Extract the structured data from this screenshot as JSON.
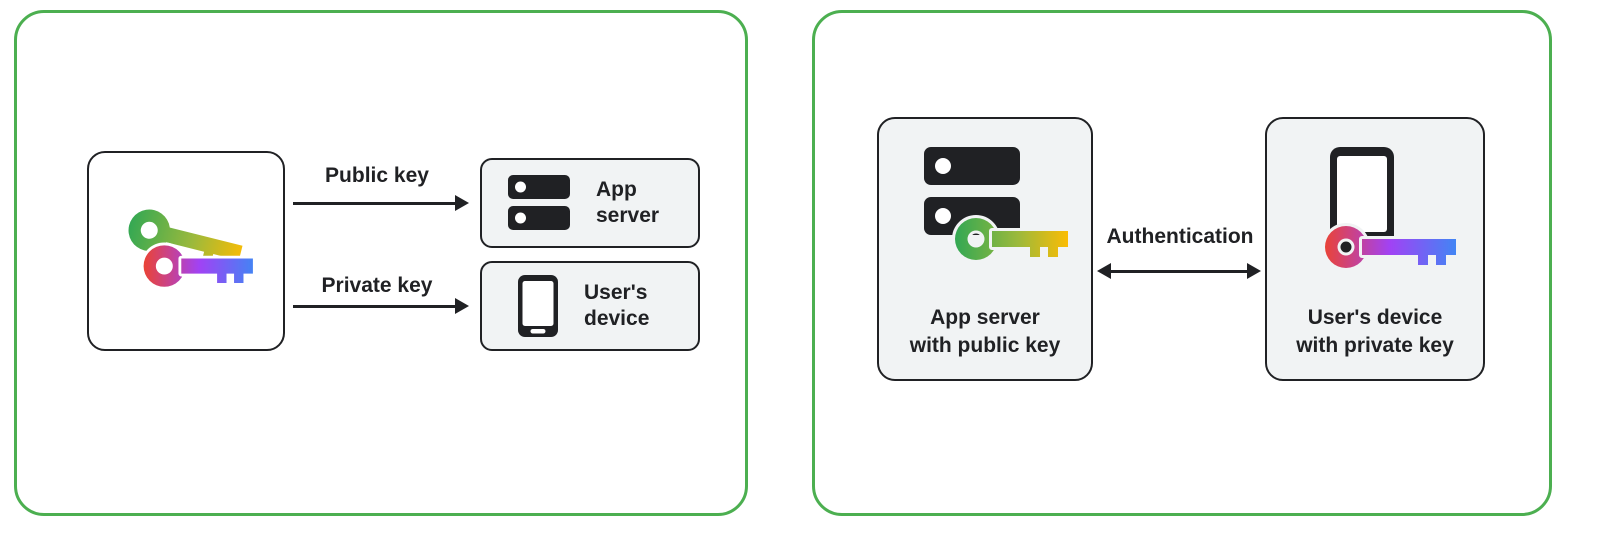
{
  "colors": {
    "background": "#FFFFFF",
    "panel_border": "#4CAF50",
    "node_fill": "#F1F3F4",
    "node_border": "#202124",
    "ink": "#202124",
    "key_green": "#34A853",
    "key_yellow": "#FBBC04",
    "key_red": "#EA4335",
    "key_purple": "#A142F4",
    "key_blue": "#4285F4"
  },
  "icons": {
    "passkey": "passkey-icon (two gradient keys)",
    "server": "server-icon (stacked black bars with white dots)",
    "phone": "phone-icon (black smartphone)",
    "public_key": "key-green-to-yellow",
    "private_key": "key-red-to-purple-to-blue"
  },
  "left_panel": {
    "flows": [
      {
        "label": "Public key",
        "target_label": "App server",
        "target_icon": "server-icon"
      },
      {
        "label": "Private key",
        "target_label": "User's device",
        "target_icon": "phone-icon"
      }
    ]
  },
  "right_panel": {
    "server_node": {
      "label_line1": "App server",
      "label_line2": "with public key",
      "icon": "server-with-public-key-icon"
    },
    "link": {
      "label": "Authentication",
      "arrow": "double"
    },
    "device_node": {
      "label_line1": "User's device",
      "label_line2": "with private key",
      "icon": "phone-with-private-key-icon"
    }
  }
}
